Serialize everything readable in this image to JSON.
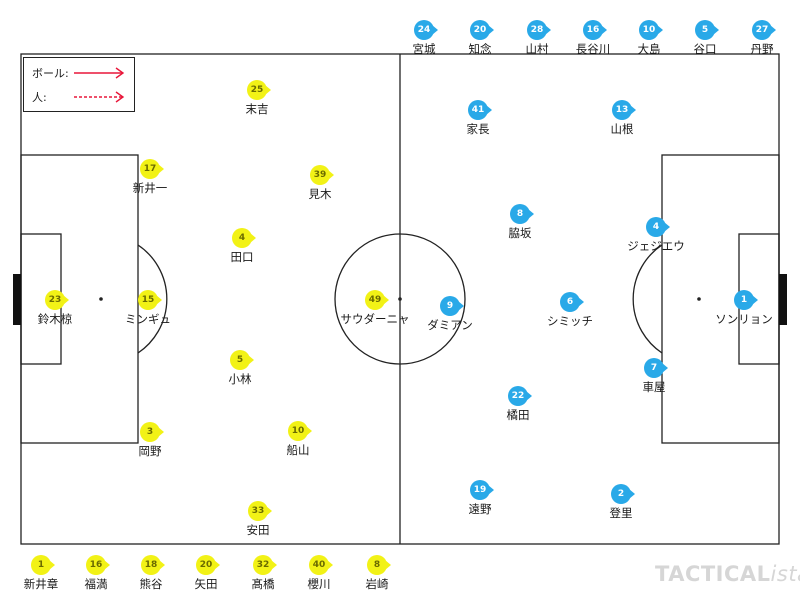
{
  "legend": {
    "ball_label": "ボール:",
    "person_label": "人:",
    "arrow_color": "#e8173a"
  },
  "brand": {
    "main": "TACTICAL",
    "sub": "ista"
  },
  "colors": {
    "home": "#f2f216",
    "away": "#29a9e8",
    "line": "#222222"
  },
  "home_team": {
    "on_pitch": [
      {
        "number": "25",
        "name": "末吉"
      },
      {
        "number": "17",
        "name": "新井一"
      },
      {
        "number": "39",
        "name": "見木"
      },
      {
        "number": "4",
        "name": "田口"
      },
      {
        "number": "23",
        "name": "鈴木椋"
      },
      {
        "number": "15",
        "name": "ミンギュ"
      },
      {
        "number": "49",
        "name": "サウダーニャ"
      },
      {
        "number": "5",
        "name": "小林"
      },
      {
        "number": "3",
        "name": "岡野"
      },
      {
        "number": "10",
        "name": "船山"
      },
      {
        "number": "33",
        "name": "安田"
      }
    ],
    "bench": [
      {
        "number": "1",
        "name": "新井章"
      },
      {
        "number": "16",
        "name": "福満"
      },
      {
        "number": "18",
        "name": "熊谷"
      },
      {
        "number": "20",
        "name": "矢田"
      },
      {
        "number": "32",
        "name": "髙橋"
      },
      {
        "number": "40",
        "name": "櫻川"
      },
      {
        "number": "8",
        "name": "岩崎"
      }
    ]
  },
  "away_team": {
    "on_pitch": [
      {
        "number": "41",
        "name": "家長"
      },
      {
        "number": "13",
        "name": "山根"
      },
      {
        "number": "8",
        "name": "脇坂"
      },
      {
        "number": "4",
        "name": "ジェジエウ"
      },
      {
        "number": "9",
        "name": "ダミアン"
      },
      {
        "number": "6",
        "name": "シミッチ"
      },
      {
        "number": "1",
        "name": "ソンリョン"
      },
      {
        "number": "7",
        "name": "車屋"
      },
      {
        "number": "22",
        "name": "橘田"
      },
      {
        "number": "19",
        "name": "遠野"
      },
      {
        "number": "2",
        "name": "登里"
      }
    ],
    "bench": [
      {
        "number": "24",
        "name": "宮城"
      },
      {
        "number": "20",
        "name": "知念"
      },
      {
        "number": "28",
        "name": "山村"
      },
      {
        "number": "16",
        "name": "長谷川"
      },
      {
        "number": "10",
        "name": "大島"
      },
      {
        "number": "5",
        "name": "谷口"
      },
      {
        "number": "27",
        "name": "丹野"
      }
    ]
  }
}
